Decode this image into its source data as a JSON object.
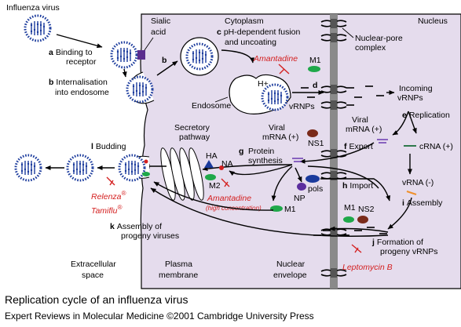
{
  "title": "Replication cycle of an influenza virus",
  "credit": "Expert Reviews in Molecular Medicine ©2001 Cambridge University Press",
  "regions": {
    "cytoplasm": "Cytoplasm",
    "nucleus": "Nucleus",
    "extracellular": [
      "Extracellular",
      "space"
    ],
    "plasma_membrane": [
      "Plasma",
      "membrane"
    ],
    "nuclear_envelope": [
      "Nuclear",
      "envelope"
    ],
    "nuclear_pore": [
      "Nuclear-pore",
      "complex"
    ]
  },
  "labels": {
    "virus": "Influenza virus",
    "sialic": [
      "Sialic",
      "acid"
    ],
    "endosome": "Endosome",
    "hplus": "H+",
    "vrnps": "vRNPs",
    "incoming_vrnps": [
      "Incoming",
      "vRNPs"
    ],
    "viral_mrna_right": [
      "Viral",
      "mRNA (+)"
    ],
    "viral_mrna_mid": [
      "Viral",
      "mRNA (+)"
    ],
    "crna": "cRNA (+)",
    "vrna": "vRNA (-)",
    "secretory": [
      "Secretory",
      "pathway"
    ],
    "protein_synthesis": [
      "Protein",
      "synthesis"
    ],
    "ha": "HA",
    "na": "NA",
    "m2": "M2",
    "m1_top": "M1",
    "m1_mid": "M1",
    "m1_right": "M1",
    "ns1": "NS1",
    "ns2": "NS2",
    "np": "NP",
    "pols": "pols"
  },
  "steps": {
    "a": {
      "letter": "a",
      "text": [
        "Binding to",
        "receptor"
      ]
    },
    "b": {
      "letter": "b",
      "text": "Internalisation"
    },
    "b2": "into endosome",
    "b_arrow": "b",
    "c": {
      "letter": "c",
      "text": "pH-dependent fusion"
    },
    "c2": "and uncoating",
    "d": "d",
    "e": {
      "letter": "e",
      "text": "Replication"
    },
    "f": {
      "letter": "f",
      "text": "Export"
    },
    "g": "g",
    "h": {
      "letter": "h",
      "text": "Import"
    },
    "i": {
      "letter": "i",
      "text": "Assembly"
    },
    "j": {
      "letter": "j",
      "text": [
        "Formation of",
        "progeny vRNPs"
      ]
    },
    "k": {
      "letter": "k",
      "text": [
        "Assembly of",
        "progeny viruses"
      ]
    },
    "l": {
      "letter": "l",
      "text": "Budding"
    }
  },
  "drugs": {
    "amantadine": "Amantadine",
    "amantadine_high": "Amantadine",
    "high_conc": "(high concentration)",
    "leptomycin": "Leptomycin B",
    "relenza": "Relenza",
    "tamiflu": "Tamiflu",
    "reg": "®"
  },
  "colors": {
    "cell_fill": "#e5dced",
    "nucleus_fill": "#e5dced",
    "envelope": "#8a8a8a",
    "virus_blue": "#1a3a9c",
    "receptor": "#5b2d8e",
    "inhibitor_red": "#d42020",
    "m_green": "#1fa84a",
    "ns_brown": "#7a2a1a",
    "np_purple": "#5b2d9e",
    "crna_green": "#1a6e3a",
    "vrna_orange": "#f0902a",
    "mrna_purple": "#6a3ab0"
  }
}
